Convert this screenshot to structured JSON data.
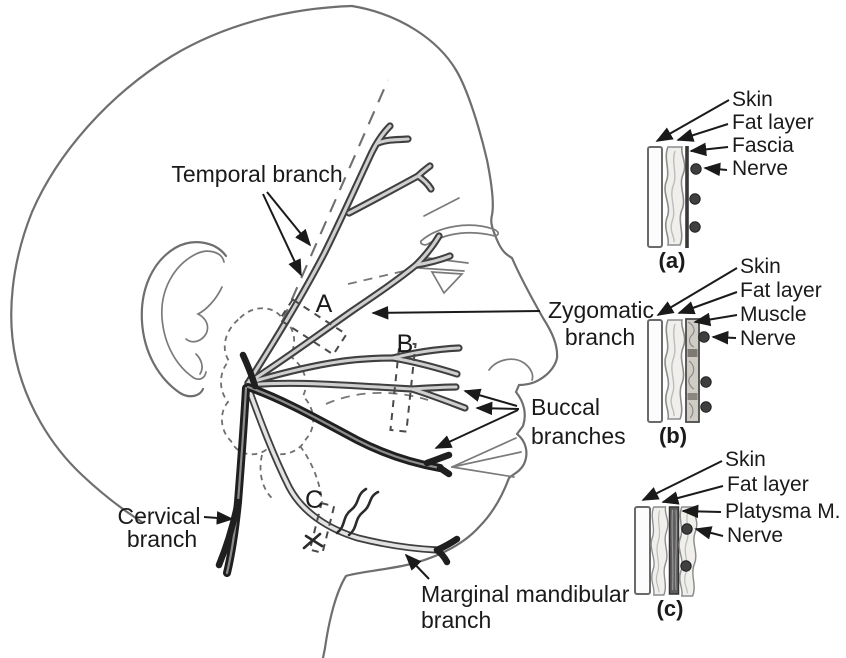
{
  "figure": {
    "labels": {
      "temporal": "Temporal branch",
      "zygomatic_1": "Zygomatic",
      "zygomatic_2": "branch",
      "buccal_1": "Buccal",
      "buccal_2": "branches",
      "cervical_1": "Cervical",
      "cervical_2": "branch",
      "marginal_1": "Marginal mandibular",
      "marginal_2": "branch"
    },
    "markers": {
      "A": "A",
      "B": "B",
      "C": "C"
    },
    "insets": {
      "a": {
        "caption": "(a)",
        "skin": "Skin",
        "fat": "Fat layer",
        "third": "Fascia",
        "nerve": "Nerve"
      },
      "b": {
        "caption": "(b)",
        "skin": "Skin",
        "fat": "Fat layer",
        "third": "Muscle",
        "nerve": "Nerve"
      },
      "c": {
        "caption": "(c)",
        "skin": "Skin",
        "fat": "Fat layer",
        "third": "Platysma M.",
        "nerve": "Nerve"
      }
    },
    "colors": {
      "text": "#1a1a1a",
      "outline": "#6e6e6e",
      "nerve_outline": "#3f3f3f",
      "nerve_fill": "#cfcfcf",
      "nerve_dark": "#1f1f1f",
      "background": "#ffffff"
    }
  }
}
